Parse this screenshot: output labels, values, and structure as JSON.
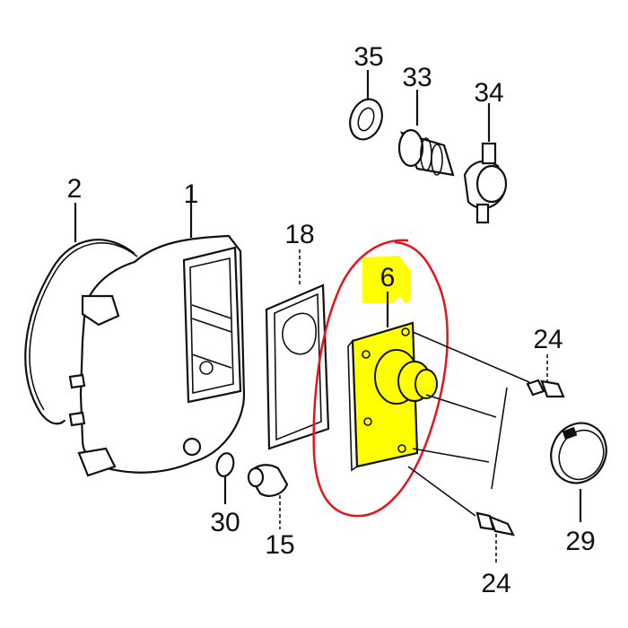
{
  "diagram": {
    "type": "exploded-parts-diagram",
    "highlight": {
      "color": "#ffff00",
      "part": "6"
    },
    "annotation": {
      "color": "#e8141c",
      "shape": "hand-drawn-ellipse",
      "encircles": "6"
    },
    "labels": [
      {
        "id": "2",
        "text": "2",
        "part": "gasket-ring"
      },
      {
        "id": "1",
        "text": "1",
        "part": "pump-casing"
      },
      {
        "id": "18",
        "text": "18",
        "part": "casing-gasket"
      },
      {
        "id": "6",
        "text": "6",
        "part": "pump-cover"
      },
      {
        "id": "35",
        "text": "35",
        "part": "seal-ring"
      },
      {
        "id": "33",
        "text": "33",
        "part": "threaded-joint"
      },
      {
        "id": "34",
        "text": "34",
        "part": "hose-connector"
      },
      {
        "id": "24a",
        "text": "24",
        "part": "bolt-upper"
      },
      {
        "id": "29",
        "text": "29",
        "part": "hose-clamp"
      },
      {
        "id": "24b",
        "text": "24",
        "part": "bolt-lower"
      },
      {
        "id": "30",
        "text": "30",
        "part": "o-ring"
      },
      {
        "id": "15",
        "text": "15",
        "part": "drain-plug"
      }
    ]
  }
}
